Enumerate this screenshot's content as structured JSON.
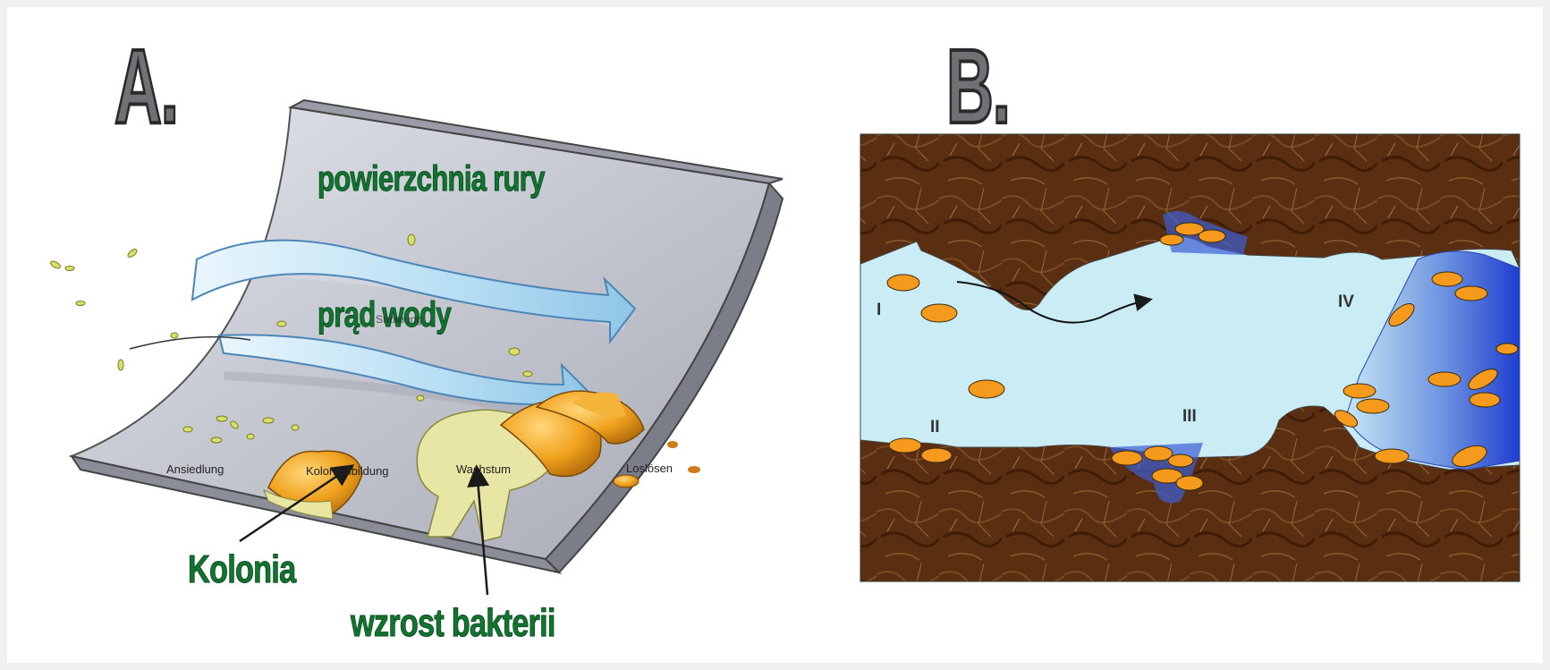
{
  "panel_a": {
    "letter": "A.",
    "labels": {
      "surface": "powierzchnia rury",
      "flow": "prąd wody",
      "colony": "Kolonia",
      "growth": "wzrost bakterii"
    },
    "stages_de": {
      "attachment": "Ansiedlung",
      "colony": "Kolonienbildung",
      "growth": "Wachstum",
      "detach": "Loslösen",
      "flow_hidden": "Strömung"
    }
  },
  "panel_b": {
    "letter": "B.",
    "stages": [
      "I",
      "II",
      "III",
      "IV"
    ]
  },
  "colors": {
    "label_green": "#11742f",
    "pipe_grey": "#b5b8c2",
    "arrow_blue": "#a9d8f1",
    "biofilm_orange": "#f0a21e",
    "water_blue": "#c8ecf4",
    "soil_brown": "#5b2f0f"
  }
}
